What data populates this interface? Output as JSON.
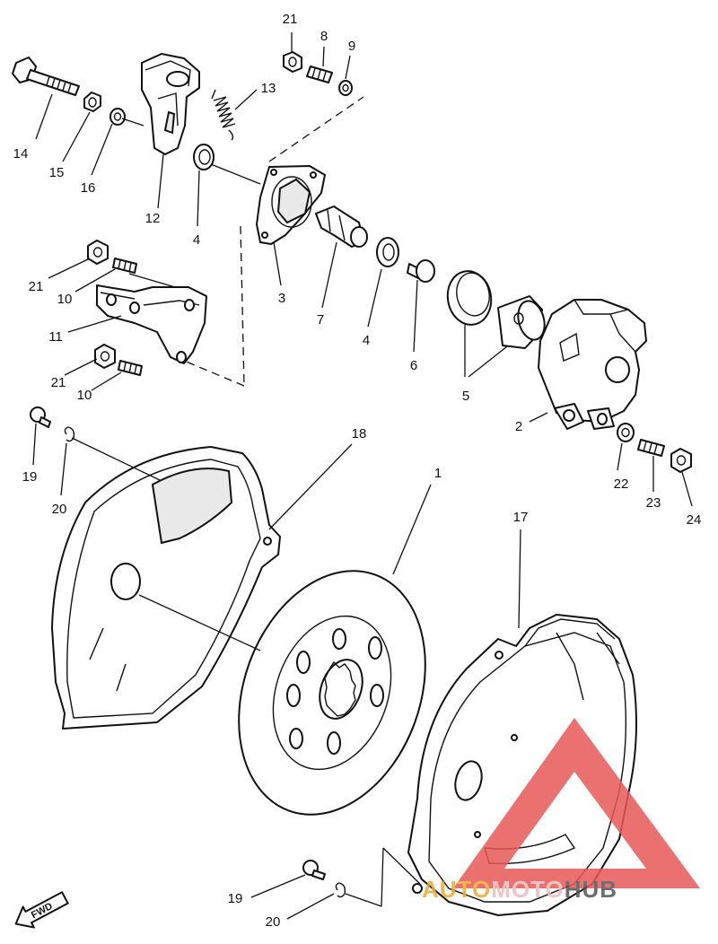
{
  "callouts": {
    "c1": "1",
    "c2": "2",
    "c3": "3",
    "c4a": "4",
    "c4b": "4",
    "c5": "5",
    "c6": "6",
    "c7": "7",
    "c8": "8",
    "c9": "9",
    "c10a": "10",
    "c10b": "10",
    "c11": "11",
    "c12": "12",
    "c13": "13",
    "c14": "14",
    "c15": "15",
    "c16": "16",
    "c17": "17",
    "c18": "18",
    "c19a": "19",
    "c19b": "19",
    "c20a": "20",
    "c20b": "20",
    "c21a": "21",
    "c21b": "21",
    "c21c": "21",
    "c22": "22",
    "c23": "23",
    "c24": "24"
  },
  "fwd_label": "FWD",
  "watermark": {
    "part1": "AUTO",
    "part2": "MOTO",
    "part3": "HUB",
    "color1": "#f0a830",
    "color2": "#f2b8b8",
    "color3": "#555555",
    "logo_color": "#e85858"
  }
}
